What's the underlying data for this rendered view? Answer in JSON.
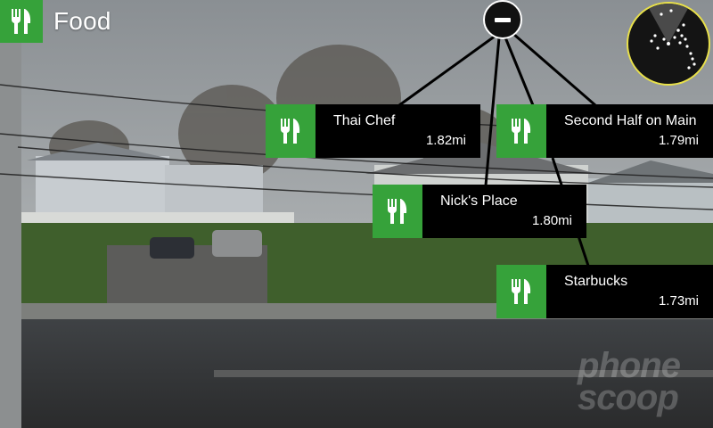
{
  "header": {
    "category_title": "Food",
    "category_icon": "fork-knife-icon",
    "accent_color": "#36a23a"
  },
  "controls": {
    "zoom_button_icon": "minus-icon",
    "radar_border_color": "#e8e04a"
  },
  "places": [
    {
      "name": "Thai Chef",
      "distance": "1.82mi",
      "icon": "fork-knife-icon"
    },
    {
      "name": "Second Half on Main",
      "distance": "1.79mi",
      "icon": "fork-knife-icon"
    },
    {
      "name": "Nick's Place",
      "distance": "1.80mi",
      "icon": "fork-knife-icon"
    },
    {
      "name": "Starbucks",
      "distance": "1.73mi",
      "icon": "fork-knife-icon"
    }
  ],
  "watermark": {
    "line1": "phone",
    "line2": "scoop"
  }
}
